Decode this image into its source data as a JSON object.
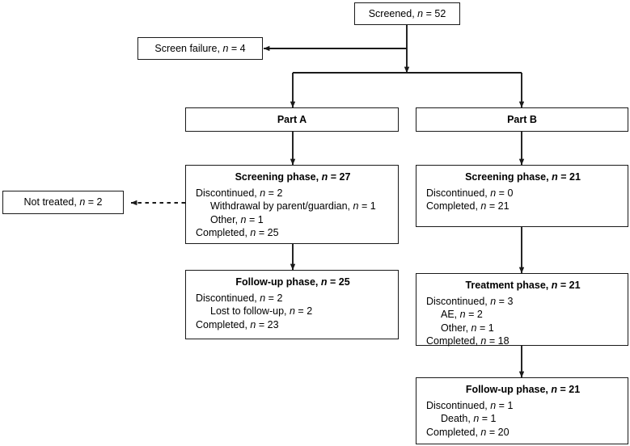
{
  "figure": {
    "title": "Patient disposition flow diagram",
    "colors": {
      "stroke": "#1a1a1a",
      "background": "#ffffff",
      "text": "#000000"
    }
  },
  "nodes": {
    "screened": {
      "label": "Screened, n = 52",
      "text_plain": "Screened",
      "n_label": "n",
      "n_value": "= 52"
    },
    "screen_failure": {
      "text_plain": "Screen failure",
      "n_label": "n",
      "n_value": "= 4"
    },
    "not_treated": {
      "text_plain": "Not treated",
      "n_label": "n",
      "n_value": "= 2"
    },
    "part_a_header": {
      "label": "Part A"
    },
    "part_b_header": {
      "label": "Part B"
    },
    "part_a_screening": {
      "title_text": "Screening phase",
      "title_n_label": "n",
      "title_n_value": "= 27",
      "lines": [
        {
          "text": "Discontinued,",
          "n_label": "n",
          "n_value": "= 2",
          "indent": false
        },
        {
          "text": "Withdrawal by parent/guardian,",
          "n_label": "n",
          "n_value": "= 1",
          "indent": true
        },
        {
          "text": "Other,",
          "n_label": "n",
          "n_value": "= 1",
          "indent": true
        },
        {
          "text": "Completed,",
          "n_label": "n",
          "n_value": "= 25",
          "indent": false
        }
      ]
    },
    "part_a_followup": {
      "title_text": "Follow-up phase",
      "title_n_label": "n",
      "title_n_value": "= 25",
      "lines": [
        {
          "text": "Discontinued,",
          "n_label": "n",
          "n_value": "= 2",
          "indent": false
        },
        {
          "text": "Lost to follow-up,",
          "n_label": "n",
          "n_value": "= 2",
          "indent": true
        },
        {
          "text": "Completed,",
          "n_label": "n",
          "n_value": "= 23",
          "indent": false
        }
      ]
    },
    "part_b_screening": {
      "title_text": "Screening phase",
      "title_n_label": "n",
      "title_n_value": "= 21",
      "lines": [
        {
          "text": "Discontinued,",
          "n_label": "n",
          "n_value": "= 0",
          "indent": false
        },
        {
          "text": "Completed,",
          "n_label": "n",
          "n_value": "= 21",
          "indent": false
        }
      ]
    },
    "part_b_treatment": {
      "title_text": "Treatment phase",
      "title_n_label": "n",
      "title_n_value": "= 21",
      "lines": [
        {
          "text": "Discontinued,",
          "n_label": "n",
          "n_value": "= 3",
          "indent": false
        },
        {
          "text": "AE,",
          "n_label": "n",
          "n_value": "= 2",
          "indent": true
        },
        {
          "text": "Other,",
          "n_label": "n",
          "n_value": "= 1",
          "indent": true
        },
        {
          "text": "Completed,",
          "n_label": "n",
          "n_value": "= 18",
          "indent": false
        }
      ]
    },
    "part_b_followup": {
      "title_text": "Follow-up phase",
      "title_n_label": "n",
      "title_n_value": "= 21",
      "lines": [
        {
          "text": "Discontinued,",
          "n_label": "n",
          "n_value": "= 1",
          "indent": false
        },
        {
          "text": "Death,",
          "n_label": "n",
          "n_value": "= 1",
          "indent": true
        },
        {
          "text": "Completed,",
          "n_label": "n",
          "n_value": "= 20",
          "indent": false
        }
      ]
    }
  }
}
